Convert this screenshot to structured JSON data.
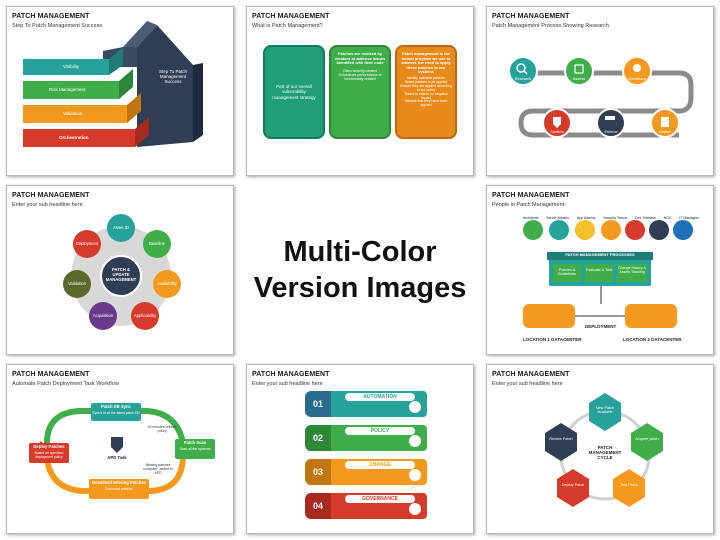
{
  "slides": [
    {
      "title": "PATCH MANAGEMENT",
      "subtitle": "Step To Patch Management Success",
      "steps": [
        "Visibility",
        "Risk Management",
        "Validation",
        "Orchestration"
      ],
      "roof_text": "Step To Patch Management Success"
    },
    {
      "title": "PATCH MANAGEMENT",
      "subtitle": "What is Patch Management?",
      "card1": "Part of our overall vulnerability management strategy",
      "card2_head": "Patches are realized by vendors to address issues identified with their code",
      "card2_bullets": [
        "Often security-related",
        "Sometimes performance or functionality-related"
      ],
      "card3_head": "Patch management is the formal program we use to address the need to apply these patches to our systems",
      "card3_bullets": [
        "Identify available patches",
        "Select patches to be applied",
        "Ensure they are applied according to our policy",
        "Tested to ensure no negative impact",
        "Validate that they have been applied"
      ]
    },
    {
      "title": "PATCH MANAGEMENT",
      "subtitle": "Patch Management Process Showing Research",
      "row1": [
        "Research",
        "Assess",
        "Operations"
      ],
      "row2": [
        "Confirm",
        "Enforce",
        "Report"
      ]
    },
    {
      "title": "PATCH MANAGEMENT",
      "subtitle": "Enter your sub headline here",
      "center": "PATCH & UPDATE MANAGEMENT",
      "petals": [
        "Asset ID",
        "Baseline",
        "Availability",
        "Applicability",
        "Acquisition",
        "Validation",
        "Deployment"
      ]
    },
    {
      "title": "PATCH MANAGEMENT",
      "subtitle": "People in Patch Management-",
      "people": [
        "Architects",
        "Server Admins",
        "App Admins",
        "Security Teams",
        "Dev. Release",
        "NOC",
        "IT Managers"
      ],
      "process_title": "PATCH MANAGEMENT PROCESSES",
      "process_boxes": [
        "Policies & Guidelines",
        "Evaluate & Test",
        "Change History & Assets Tracking"
      ],
      "deployment": "DEPLOYMENT",
      "dc1": "LOCATION 1 DATACENTER",
      "dc2": "LOCATION 2 DATACENTER"
    },
    {
      "title": "PATCH MANAGEMENT",
      "subtitle": "Automate Patch Deployment Task Workflow",
      "top": "Patch DB Sync",
      "top_desc": "Sync's in w/ the latest patch DB",
      "right": "Patch Scan",
      "right_desc": "Scan all the systems",
      "bottom": "Download Missing Patches",
      "bottom_desc": "Download patches",
      "left": "Deploy Patches",
      "left_desc": "Based on specified deployment policy",
      "note1": "30 minutes refresh policy",
      "note2": "Missing patches computer, added to APD",
      "center": "APD Task"
    },
    {
      "title": "PATCH MANAGEMENT",
      "subtitle": "Enter your sub headline here",
      "items": [
        {
          "num": "01",
          "label": "AUTOMATION"
        },
        {
          "num": "02",
          "label": "POLICY"
        },
        {
          "num": "03",
          "label": "CHANGE"
        },
        {
          "num": "04",
          "label": "GOVERNANCE"
        }
      ]
    },
    {
      "title": "PATCH MANAGEMENT",
      "subtitle": "Enter your sub headline here",
      "center": "PATCH MANAGEMENT CYCLE",
      "cycle": [
        "New Patch Available",
        "Acquire patch",
        "Test Patch",
        "Deploy Patch",
        "Review Patch"
      ]
    }
  ],
  "center_text": {
    "line1": "Multi-Color",
    "line2": "Version Images"
  },
  "colors": {
    "green": "#3aa14a",
    "teal": "#1a9a8a",
    "orange": "#f39a1e",
    "red": "#d63a2a",
    "yellow": "#f2c02a",
    "blue": "#1e6fb5",
    "navy": "#2f3d55",
    "purple": "#6a3a8a"
  }
}
